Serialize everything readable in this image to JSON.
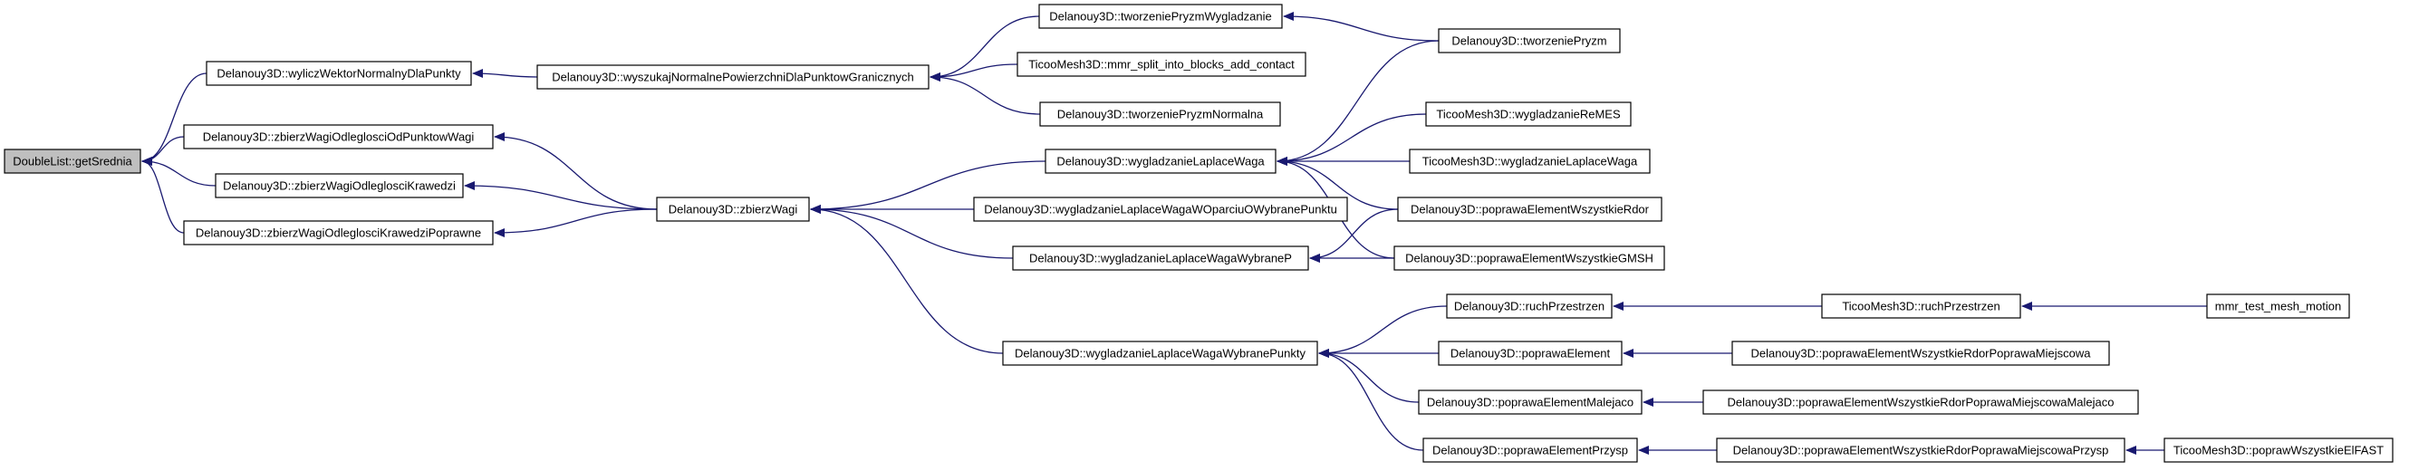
{
  "graph": {
    "edge_color": "#191970",
    "root_fill": "#bfbfbf",
    "nodes": [
      {
        "id": "n0",
        "label": "DoubleList::getSrednia",
        "root": true
      },
      {
        "id": "n1",
        "label": "Delanouy3D::wyliczWektorNormalnyDlaPunkty"
      },
      {
        "id": "n2",
        "label": "Delanouy3D::zbierzWagiOdleglosciOdPunktowWagi"
      },
      {
        "id": "n3",
        "label": "Delanouy3D::zbierzWagiOdleglosciKrawedzi"
      },
      {
        "id": "n4",
        "label": "Delanouy3D::zbierzWagiOdleglosciKrawedziPoprawne"
      },
      {
        "id": "n5",
        "label": "Delanouy3D::wyszukajNormalnePowierzchniDlaPunktowGranicznych"
      },
      {
        "id": "n6",
        "label": "Delanouy3D::zbierzWagi"
      },
      {
        "id": "n7",
        "label": "Delanouy3D::tworzeniePryzmWygladzanie"
      },
      {
        "id": "n8",
        "label": "TicooMesh3D::mmr_split_into_blocks_add_contact"
      },
      {
        "id": "n9",
        "label": "Delanouy3D::tworzeniePryzmNormalna"
      },
      {
        "id": "n10",
        "label": "Delanouy3D::wygladzanieLaplaceWaga"
      },
      {
        "id": "n11",
        "label": "Delanouy3D::wygladzanieLaplaceWagaWOparciuOWybranePunktu"
      },
      {
        "id": "n12",
        "label": "Delanouy3D::wygladzanieLaplaceWagaWybraneP"
      },
      {
        "id": "n13",
        "label": "Delanouy3D::wygladzanieLaplaceWagaWybranePunkty"
      },
      {
        "id": "n14",
        "label": "Delanouy3D::tworzeniePryzm"
      },
      {
        "id": "n15",
        "label": "TicooMesh3D::wygladzanieReMES"
      },
      {
        "id": "n16",
        "label": "TicooMesh3D::wygladzanieLaplaceWaga"
      },
      {
        "id": "n17",
        "label": "Delanouy3D::poprawaElementWszystkieRdor"
      },
      {
        "id": "n18",
        "label": "Delanouy3D::poprawaElementWszystkieGMSH"
      },
      {
        "id": "n19",
        "label": "Delanouy3D::ruchPrzestrzen"
      },
      {
        "id": "n20",
        "label": "Delanouy3D::poprawaElement"
      },
      {
        "id": "n21",
        "label": "Delanouy3D::poprawaElementMalejaco"
      },
      {
        "id": "n22",
        "label": "Delanouy3D::poprawaElementPrzysp"
      },
      {
        "id": "n23",
        "label": "TicooMesh3D::ruchPrzestrzen"
      },
      {
        "id": "n24",
        "label": "Delanouy3D::poprawaElementWszystkieRdorPoprawaMiejscowa"
      },
      {
        "id": "n25",
        "label": "Delanouy3D::poprawaElementWszystkieRdorPoprawaMiejscowaMalejaco"
      },
      {
        "id": "n26",
        "label": "Delanouy3D::poprawaElementWszystkieRdorPoprawaMiejscowaPrzysp"
      },
      {
        "id": "n27",
        "label": "mmr_test_mesh_motion"
      },
      {
        "id": "n28",
        "label": "TicooMesh3D::poprawWszystkieElFAST"
      }
    ],
    "edges": [
      [
        "n1",
        "n0"
      ],
      [
        "n2",
        "n0"
      ],
      [
        "n3",
        "n0"
      ],
      [
        "n4",
        "n0"
      ],
      [
        "n5",
        "n1"
      ],
      [
        "n6",
        "n2"
      ],
      [
        "n6",
        "n3"
      ],
      [
        "n6",
        "n4"
      ],
      [
        "n7",
        "n5"
      ],
      [
        "n8",
        "n5"
      ],
      [
        "n9",
        "n5"
      ],
      [
        "n10",
        "n6"
      ],
      [
        "n11",
        "n6"
      ],
      [
        "n12",
        "n6"
      ],
      [
        "n13",
        "n6"
      ],
      [
        "n14",
        "n7"
      ],
      [
        "n14",
        "n10"
      ],
      [
        "n15",
        "n10"
      ],
      [
        "n16",
        "n10"
      ],
      [
        "n17",
        "n10"
      ],
      [
        "n18",
        "n10"
      ],
      [
        "n17",
        "n12"
      ],
      [
        "n18",
        "n12"
      ],
      [
        "n19",
        "n13"
      ],
      [
        "n20",
        "n13"
      ],
      [
        "n21",
        "n13"
      ],
      [
        "n22",
        "n13"
      ],
      [
        "n23",
        "n19"
      ],
      [
        "n27",
        "n23"
      ],
      [
        "n24",
        "n20"
      ],
      [
        "n25",
        "n21"
      ],
      [
        "n26",
        "n22"
      ],
      [
        "n28",
        "n26"
      ]
    ]
  }
}
